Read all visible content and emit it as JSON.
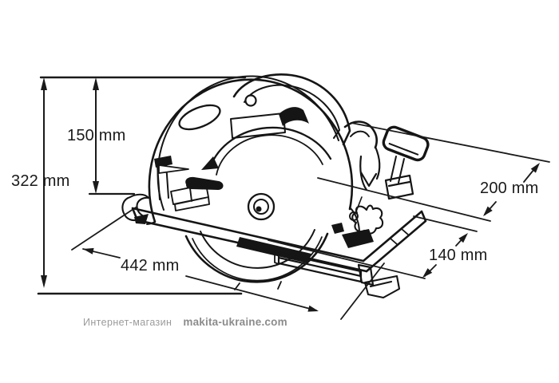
{
  "diagram": {
    "subject": "circular-saw-side-view-line-drawing",
    "dims": {
      "total_height": "322 mm",
      "blade_height": "150 mm",
      "length": "442 mm",
      "top_width": "200 mm",
      "base_width": "140 mm"
    }
  },
  "watermark": {
    "prefix": "Интернет-магазин",
    "site": "makita-ukraine.com"
  },
  "colors": {
    "line": "#151515",
    "background": "#ffffff",
    "watermark_gray": "#9b9b9b",
    "watermark_site_gray": "#8c8c8c"
  }
}
